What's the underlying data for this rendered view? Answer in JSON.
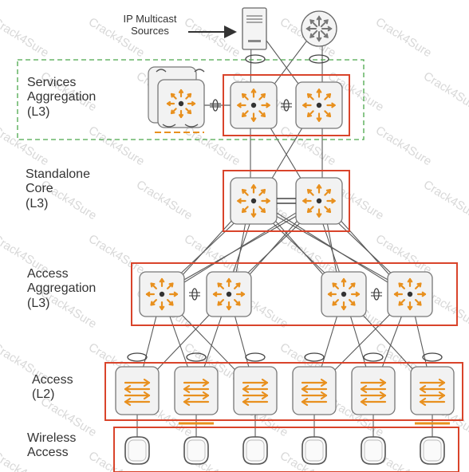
{
  "diagram": {
    "labels": {
      "ip_multicast_sources": "IP Multicast\nSources",
      "services_aggregation": "Services\nAggregation\n(L3)",
      "standalone_core": "Standalone\nCore\n(L3)",
      "access_aggregation": "Access\nAggregation\n(L3)",
      "access": "Access\n(L2)",
      "wireless_access": "Wireless\nAccess"
    },
    "watermark": "Crack4Sure",
    "colors": {
      "tier_border": "#d9442b",
      "services_zone_border": "#4aa84a",
      "device_icon": "#e8901e",
      "device_fill": "#f2f2f2",
      "link": "#5a5a5a"
    },
    "icons": {
      "server": "server-icon",
      "router": "router-icon",
      "l3_switch": "l3-switch-icon",
      "l2_switch": "l2-switch-icon",
      "access_point": "access-point-icon",
      "wireless_gateway": "wireless-gateway-icon"
    }
  }
}
